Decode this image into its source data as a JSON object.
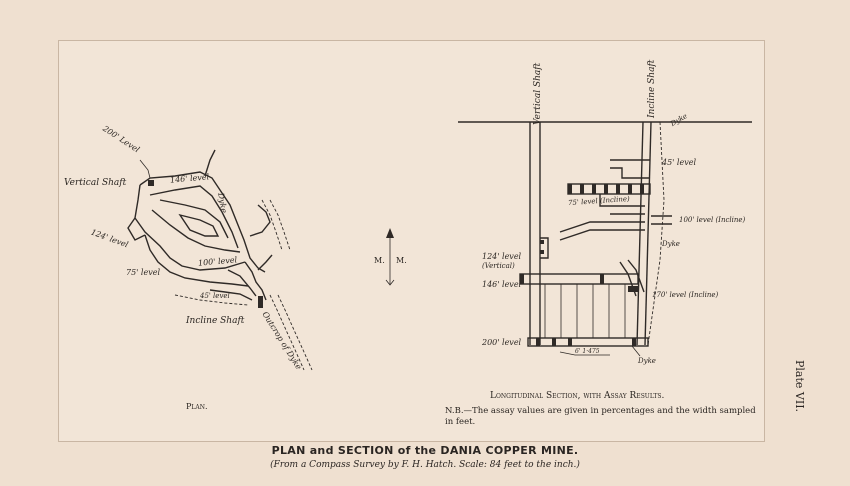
{
  "title": "PLAN and SECTION of the DANIA COPPER MINE.",
  "subtitle": "(From a Compass Survey by F. H. Hatch. Scale: 84 feet to the inch.)",
  "plate_number": "Plate VII.",
  "plan": {
    "caption": "Plan.",
    "labels": {
      "level_200": "200' Level",
      "vertical_shaft": "Vertical Shaft",
      "level_146": "146' level",
      "dyke": "Dyke",
      "level_124": "124' level",
      "level_100": "100' level",
      "level_75": "75' level",
      "level_45": "45' level",
      "incline_shaft": "Incline Shaft",
      "outcrop_of_dyke": "Outcrop of Dyke"
    }
  },
  "meridian": {
    "left": "M.",
    "right": "M."
  },
  "section": {
    "caption": "Longitudinal Section, with Assay Results.",
    "note": "N.B.—The assay values are given in percentages and the width sampled in feet.",
    "labels": {
      "vertical_shaft": "Vertical Shaft",
      "incline_shaft": "Incline Shaft",
      "dyke_top": "Dyke",
      "level_45": "45' level",
      "level_75": "75' level (Incline)",
      "level_100": "100' level (Incline)",
      "dyke_mid": "Dyke",
      "level_124": "124' level",
      "vertical": "(Vertical)",
      "level_146": "146' level",
      "level_170": "170' level (Incline)",
      "level_200": "200' level",
      "width_note": "6' 1·475",
      "dyke_bottom": "Dyke"
    }
  }
}
